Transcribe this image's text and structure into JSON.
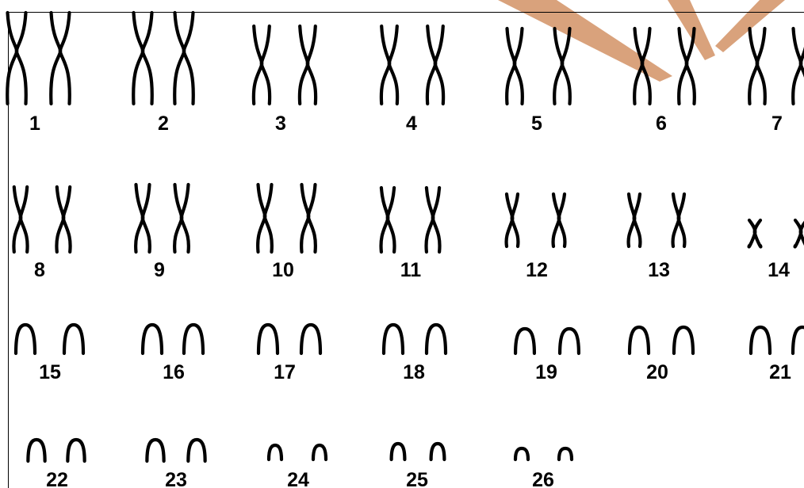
{
  "colors": {
    "background": "#ffffff",
    "chromosome": "#000000",
    "watermark": "#d9a27c"
  },
  "rows": [
    {
      "chromosome_type": "metacentric-cross",
      "pairs": [
        {
          "label": "1"
        },
        {
          "label": "2"
        },
        {
          "label": "3"
        },
        {
          "label": "4"
        },
        {
          "label": "5"
        },
        {
          "label": "6"
        },
        {
          "label": "7"
        }
      ]
    },
    {
      "chromosome_type": "metacentric-cross",
      "pairs": [
        {
          "label": "8"
        },
        {
          "label": "9"
        },
        {
          "label": "10"
        },
        {
          "label": "11"
        },
        {
          "label": "12"
        },
        {
          "label": "13"
        },
        {
          "label": "14"
        }
      ]
    },
    {
      "chromosome_type": "acrocentric-arch",
      "pairs": [
        {
          "label": "15"
        },
        {
          "label": "16"
        },
        {
          "label": "17"
        },
        {
          "label": "18"
        },
        {
          "label": "19"
        },
        {
          "label": "20"
        },
        {
          "label": "21"
        }
      ]
    },
    {
      "chromosome_type": "acrocentric-arch",
      "pairs": [
        {
          "label": "22"
        },
        {
          "label": "23"
        },
        {
          "label": "24"
        },
        {
          "label": "25"
        },
        {
          "label": "26"
        }
      ]
    }
  ]
}
